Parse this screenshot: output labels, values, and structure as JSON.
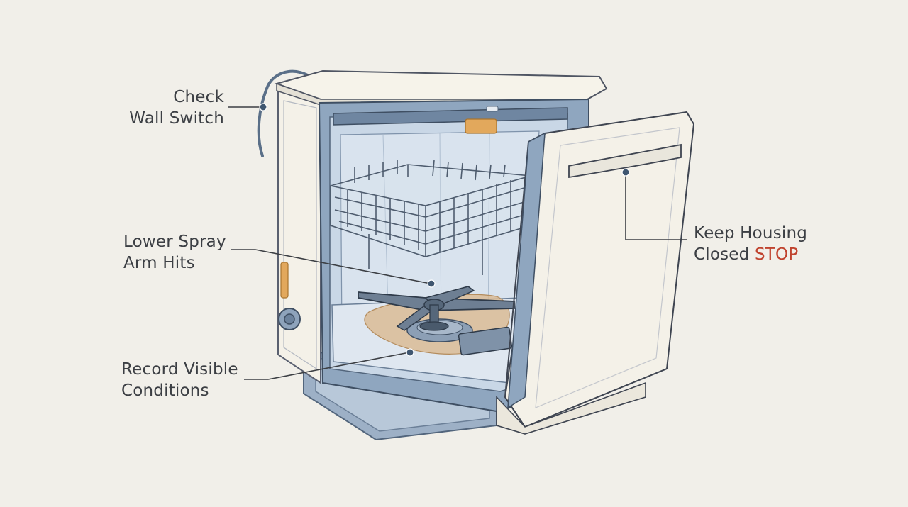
{
  "callouts": {
    "wall_switch": {
      "line1": "Check",
      "line2": "Wall Switch"
    },
    "spray_arm": {
      "line1": "Lower Spray",
      "line2": "Arm Hits"
    },
    "record": {
      "line1": "Record Visible",
      "line2": "Conditions"
    },
    "housing": {
      "line1": "Keep Housing",
      "line2": "Closed",
      "warning": "STOP"
    }
  },
  "colors": {
    "background": "#f1efe9",
    "stop_red": "#c0432e",
    "interior_blue": "#c9d7e6",
    "frame_blue": "#8fa6bf",
    "body_cream": "#f4f1e8",
    "accent_orange": "#e2a85c",
    "water_tan": "#d9b58a",
    "ink": "#3c3f44"
  },
  "icons": {
    "rear_connector": "connector-dot",
    "door_handle_pin": "connector-dot"
  }
}
